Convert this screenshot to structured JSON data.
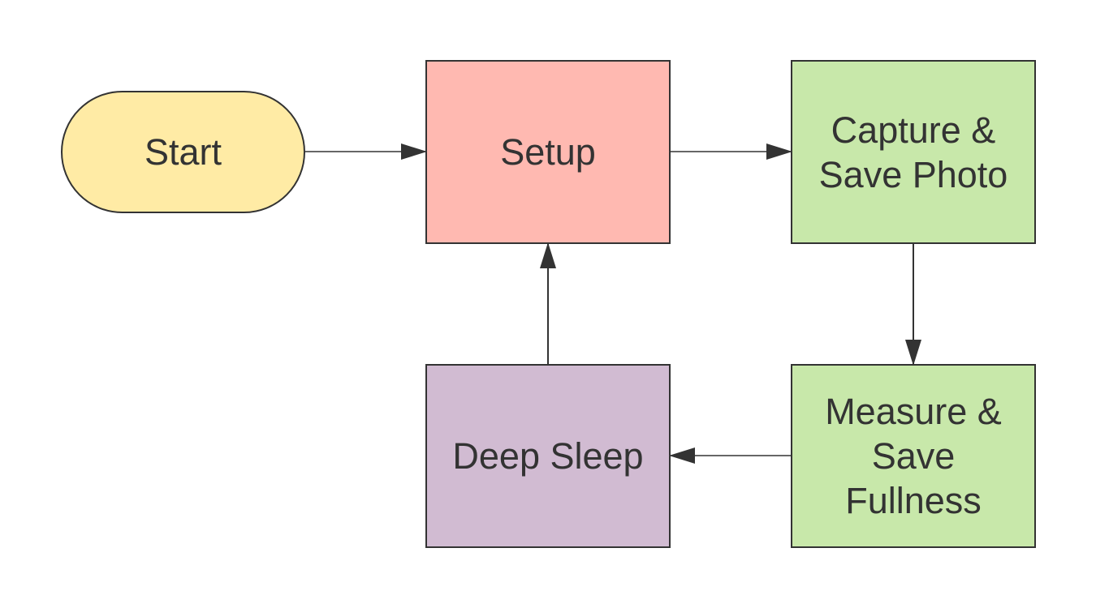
{
  "nodes": {
    "start": {
      "label": "Start",
      "color": "#FFEBA5"
    },
    "setup": {
      "label": "Setup",
      "color": "#FFB9B1"
    },
    "capture": {
      "label": "Capture &\nSave Photo",
      "color": "#C8E8AA"
    },
    "measure": {
      "label": "Measure &\nSave\nFullness",
      "color": "#C8E8AA"
    },
    "sleep": {
      "label": "Deep Sleep",
      "color": "#D1BBD2"
    }
  },
  "edges": [
    {
      "from": "Start",
      "to": "Setup"
    },
    {
      "from": "Setup",
      "to": "Capture & Save Photo"
    },
    {
      "from": "Capture & Save Photo",
      "to": "Measure & Save Fullness"
    },
    {
      "from": "Measure & Save Fullness",
      "to": "Deep Sleep"
    },
    {
      "from": "Deep Sleep",
      "to": "Setup"
    }
  ],
  "stroke_color": "#333333"
}
